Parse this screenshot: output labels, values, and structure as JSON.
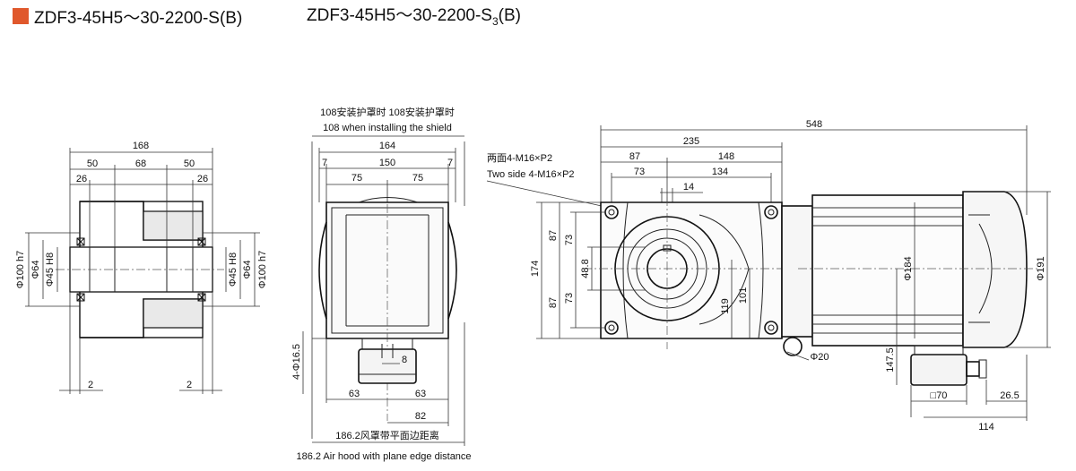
{
  "title": {
    "model_1": "ZDF3-45H5～30-2200-S(B)",
    "model_2_prefix": "ZDF3-45H5～30-2200-S",
    "model_2_sub": "3",
    "model_2_suffix": "(B)",
    "accent_color": "#e0582c"
  },
  "left_view": {
    "dims": {
      "overall": "168",
      "outer_left": "50",
      "middle": "68",
      "outer_right": "50",
      "flange_left": "26",
      "flange_right": "26",
      "bore_left_outer": "Φ100 h7",
      "bore_left_mid": "Φ64",
      "bore_left_inner": "Φ45 H8",
      "bore_right_inner": "Φ45 H8",
      "bore_right_mid": "Φ64",
      "bore_right_outer": "Φ100 h7",
      "gap_left": "2",
      "gap_right": "2"
    }
  },
  "middle_view": {
    "shield_note_cn": "108安装护罩时 108安装护罩时",
    "shield_note_en": "108 when installing the shield",
    "dims": {
      "overall": "164",
      "side_left": "7",
      "inner": "150",
      "side_right": "7",
      "half_left": "75",
      "half_right": "75",
      "holes": "4-Φ16.5",
      "key": "8",
      "foot_left": "63",
      "foot_right": "63",
      "foot_offset": "82",
      "bottom_cn": "186.2风罩带平面边距离",
      "bottom_en": "186.2 Air hood with plane edge distance"
    }
  },
  "right_view": {
    "thread_note_cn": "两面4-M16×P2",
    "thread_note_en": "Two side 4-M16×P2",
    "dims": {
      "overall": "548",
      "gearbox": "235",
      "left_87": "87",
      "right_148": "148",
      "left_73": "73",
      "right_134": "134",
      "key": "14",
      "height_174": "174",
      "upper_87": "87",
      "lower_87": "87",
      "upper_73": "73",
      "lower_73": "73",
      "center_48_8": "48.8",
      "shaft_101": "101",
      "shaft_119": "119",
      "motor_dia": "Φ184",
      "fan_dia": "Φ191",
      "cable": "Φ20",
      "box_height": "147.5",
      "box_size": "□70",
      "box_offset": "26.5",
      "box_depth": "114"
    }
  }
}
